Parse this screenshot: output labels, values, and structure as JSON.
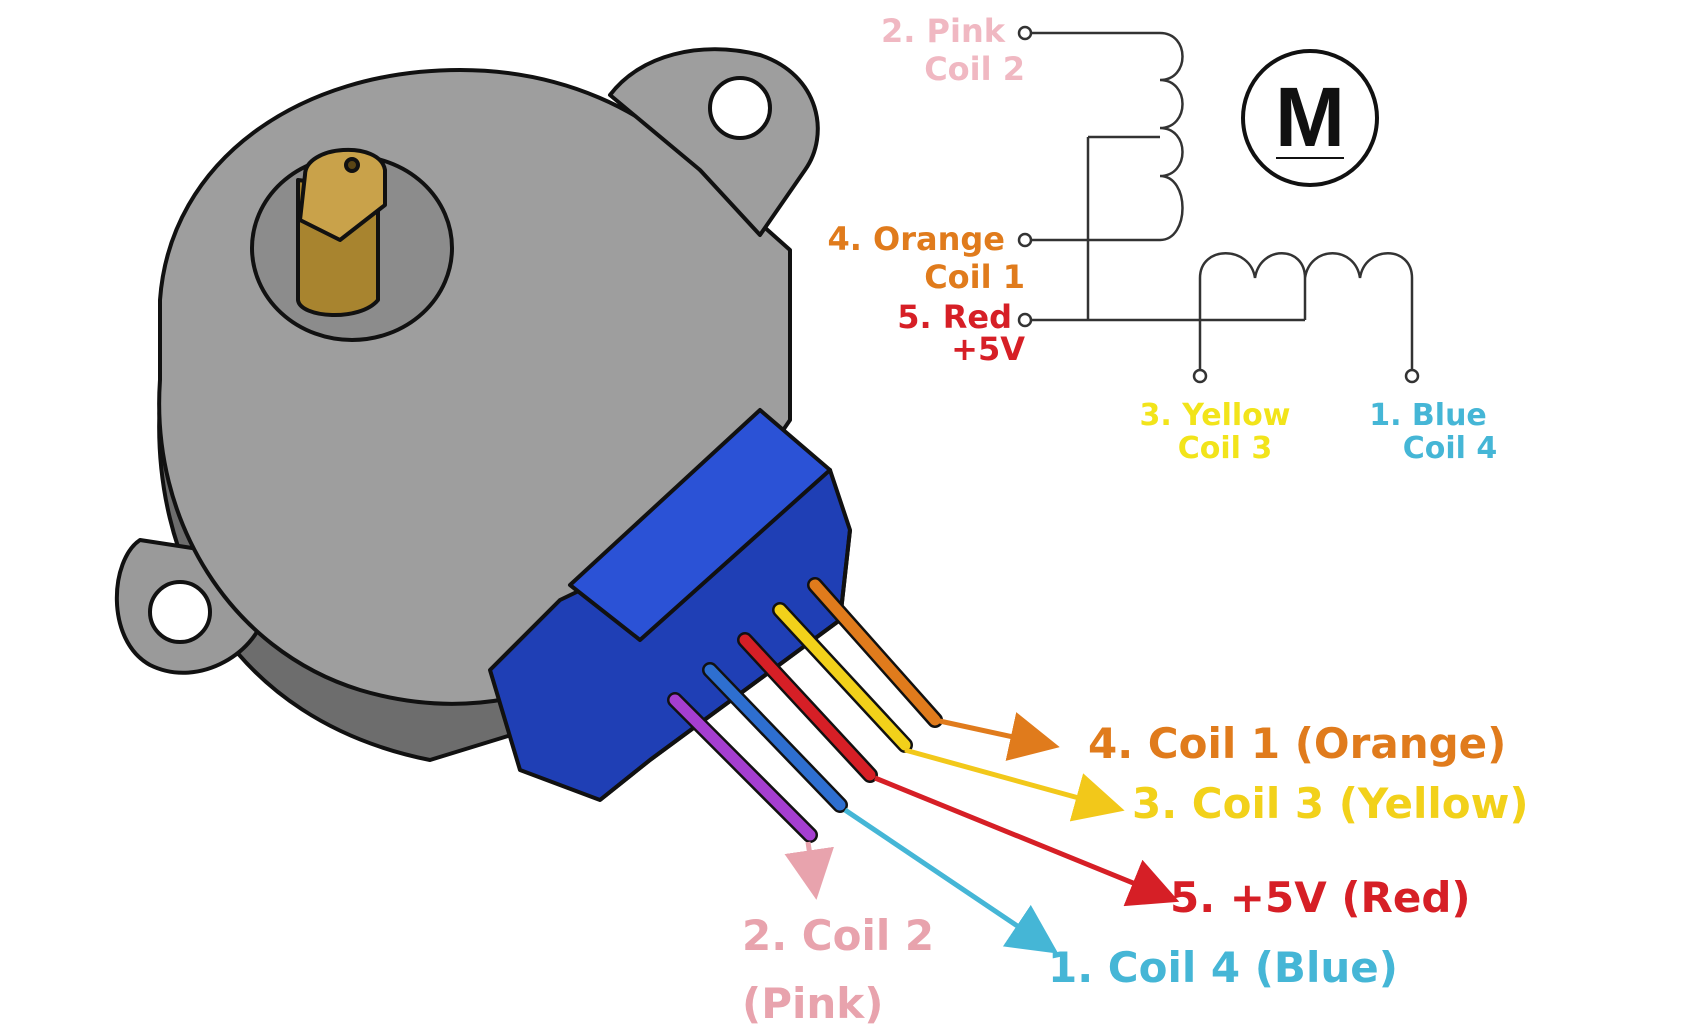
{
  "schematic": {
    "motor_symbol": "M",
    "pins": {
      "pink": {
        "line1": "2. Pink",
        "line2": "Coil 2"
      },
      "orange": {
        "line1": "4. Orange",
        "line2": "Coil 1"
      },
      "red": {
        "line1": "5. Red",
        "line2": "+5V"
      },
      "yellow": {
        "line1": "3. Yellow",
        "line2": "Coil 3"
      },
      "blue": {
        "line1": "1. Blue",
        "line2": "Coil 4"
      }
    }
  },
  "callouts": {
    "orange": "4. Coil 1 (Orange)",
    "yellow": "3. Coil 3 (Yellow)",
    "red": "5. +5V (Red)",
    "blue": "1. Coil 4 (Blue)",
    "pink_line1": "2. Coil 2",
    "pink_line2": "(Pink)"
  },
  "colors": {
    "orange": "#e07b1c",
    "yellow": "#f2d11a",
    "red": "#d61f26",
    "blue": "#45b6d6",
    "pink": "#e8a3ad",
    "motor_body": "#8f8f8f",
    "motor_face": "#9e9e9e",
    "connector": "#1f3fb5",
    "shaft": "#b08a36"
  }
}
